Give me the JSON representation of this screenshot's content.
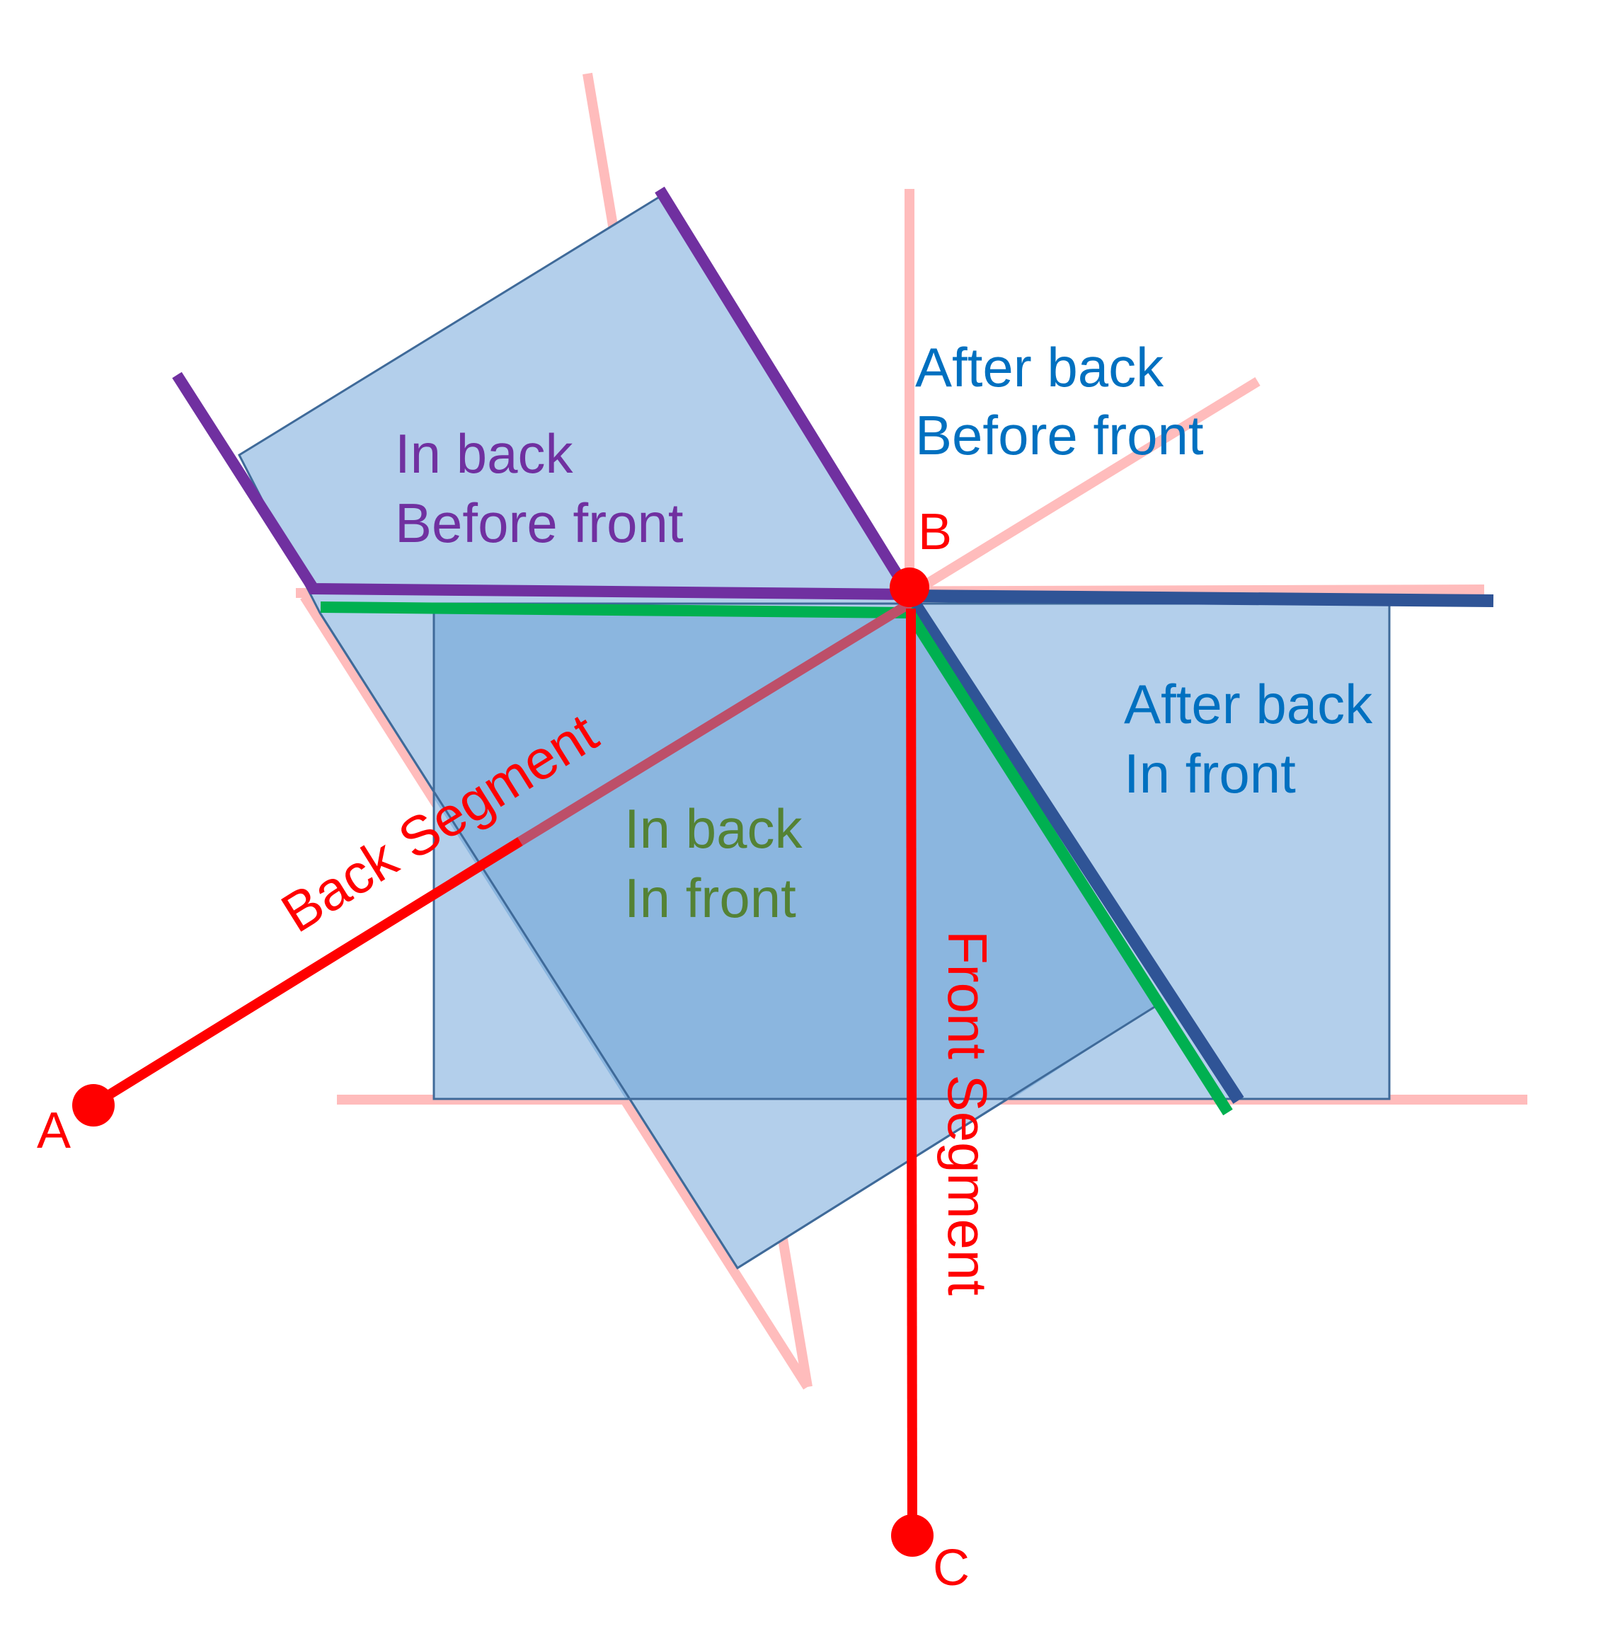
{
  "points": {
    "A": "A",
    "B": "B",
    "C": "C"
  },
  "segments": {
    "back": "Back Segment",
    "front": "Front Segment"
  },
  "regions": {
    "in_back_before_front": {
      "line1": "In back",
      "line2": "Before front"
    },
    "after_back_before_front": {
      "line1": "After back",
      "line2": "Before front"
    },
    "in_back_in_front": {
      "line1": "In back",
      "line2": "In front"
    },
    "after_back_in_front": {
      "line1": "After back",
      "line2": "In front"
    }
  },
  "colors": {
    "segment_red": "#ff0000",
    "guide_pink": "#ffbcbc",
    "region_fill": "#b3cfeb",
    "region_overlap": "#8bb6df",
    "region_border": "#3f6a99",
    "boundary_purple": "#7030a0",
    "boundary_green": "#00b050",
    "boundary_navy": "#2f5496",
    "label_purple": "#7030a0",
    "label_blue": "#0070c0",
    "label_green": "#548235"
  }
}
